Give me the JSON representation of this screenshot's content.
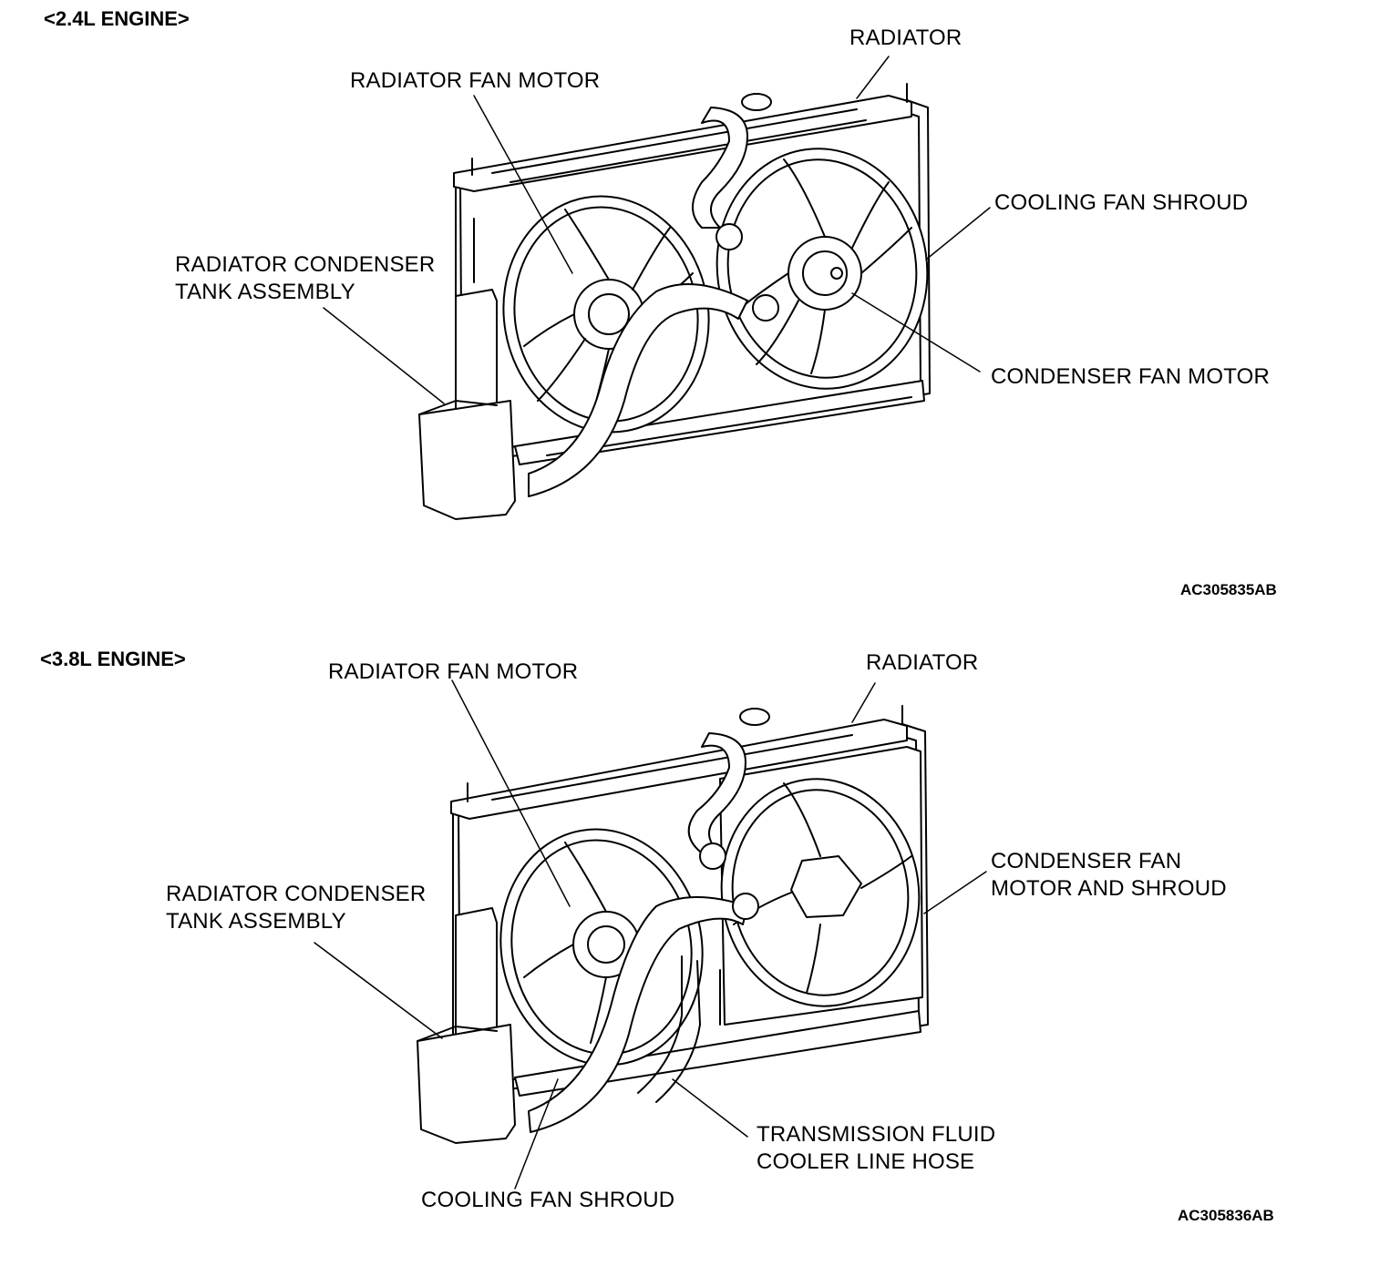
{
  "panels": [
    {
      "heading": "<2.4L ENGINE>",
      "labels": {
        "radiator": "RADIATOR",
        "radiator_fan_motor": "RADIATOR FAN MOTOR",
        "cooling_fan_shroud": "COOLING FAN SHROUD",
        "tank_line1": "RADIATOR CONDENSER",
        "tank_line2": "TANK ASSEMBLY",
        "condenser_fan_motor": "CONDENSER FAN MOTOR"
      },
      "figure_code": "AC305835AB"
    },
    {
      "heading": "<3.8L ENGINE>",
      "labels": {
        "radiator": "RADIATOR",
        "radiator_fan_motor": "RADIATOR FAN MOTOR",
        "condenser_line1": "CONDENSER FAN",
        "condenser_line2": "MOTOR AND SHROUD",
        "tank_line1": "RADIATOR CONDENSER",
        "tank_line2": "TANK ASSEMBLY",
        "trans_line1": "TRANSMISSION FLUID",
        "trans_line2": "COOLER LINE HOSE",
        "cooling_fan_shroud": "COOLING FAN SHROUD"
      },
      "figure_code": "AC305836AB"
    }
  ]
}
